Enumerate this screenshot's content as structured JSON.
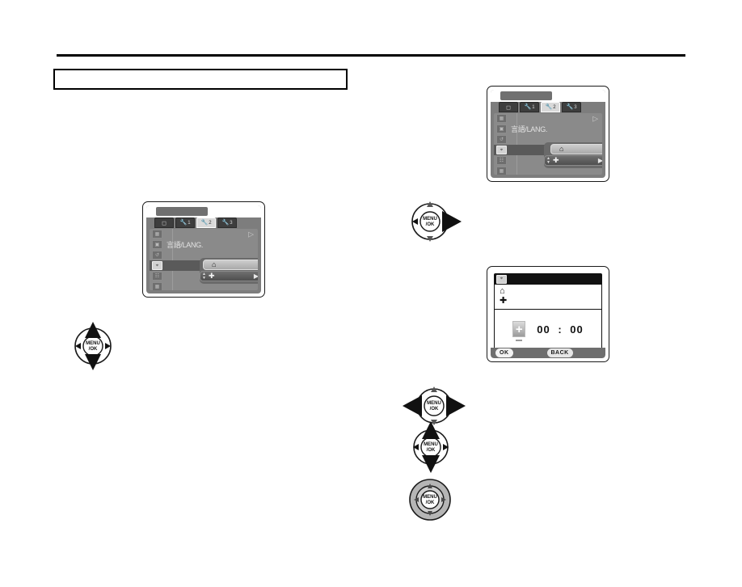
{
  "page": {
    "title": "",
    "header_rule": true
  },
  "screens": {
    "menu_world_time_1": {
      "name": "setup-menu-screen-1",
      "titlebar_label": "",
      "tabs": [
        {
          "icon": "camera-icon",
          "label": "",
          "state": "dark"
        },
        {
          "icon": "wrench-icon",
          "label": "1",
          "state": "dark"
        },
        {
          "icon": "wrench-icon",
          "label": "2",
          "state": "active"
        },
        {
          "icon": "wrench-icon",
          "label": "3",
          "state": "dark"
        }
      ],
      "rows": [
        {
          "icon": "image-display-icon",
          "label": "",
          "selected": false,
          "arrow": "▷"
        },
        {
          "icon": "language-icon",
          "label": "言語/LANG.",
          "selected": false,
          "arrow": ""
        },
        {
          "icon": "reset-icon",
          "label": "",
          "selected": false,
          "arrow": ""
        },
        {
          "icon": "world-time-icon",
          "label": "",
          "selected": true,
          "arrow": ""
        },
        {
          "icon": "video-system-icon",
          "label": "",
          "selected": false,
          "arrow": ""
        },
        {
          "icon": "discharge-icon",
          "label": "",
          "selected": false,
          "arrow": ""
        }
      ],
      "popup": {
        "home_option": {
          "icon": "home-icon",
          "label": "",
          "highlighted": true
        },
        "destination_option": {
          "icon": "plus-cross-icon",
          "label": "",
          "highlighted": false,
          "arrow": "▶"
        }
      }
    },
    "menu_world_time_2": {
      "name": "setup-menu-screen-2",
      "titlebar_label": "",
      "tabs": [
        {
          "icon": "camera-icon",
          "label": "",
          "state": "dark"
        },
        {
          "icon": "wrench-icon",
          "label": "1",
          "state": "dark"
        },
        {
          "icon": "wrench-icon",
          "label": "2",
          "state": "active"
        },
        {
          "icon": "wrench-icon",
          "label": "3",
          "state": "dark"
        }
      ],
      "rows": [
        {
          "icon": "image-display-icon",
          "label": "",
          "selected": false,
          "arrow": "▷"
        },
        {
          "icon": "language-icon",
          "label": "言語/LANG.",
          "selected": false,
          "arrow": ""
        },
        {
          "icon": "reset-icon",
          "label": "",
          "selected": false,
          "arrow": ""
        },
        {
          "icon": "world-time-icon",
          "label": "",
          "selected": true,
          "arrow": ""
        },
        {
          "icon": "video-system-icon",
          "label": "",
          "selected": false,
          "arrow": ""
        },
        {
          "icon": "discharge-icon",
          "label": "",
          "selected": false,
          "arrow": ""
        }
      ],
      "popup": {
        "home_option": {
          "icon": "home-icon",
          "label": "",
          "highlighted": false
        },
        "destination_option": {
          "icon": "plus-cross-icon",
          "label": "",
          "highlighted": true,
          "arrow": "▶"
        }
      }
    },
    "time_difference": {
      "name": "time-difference-screen",
      "header_icon": "world-time-icon",
      "header_label": "",
      "choices": [
        {
          "icon": "home-icon",
          "label": ""
        },
        {
          "icon": "plus-cross-icon",
          "label": ""
        }
      ],
      "sign": "+",
      "hours": "00",
      "separator": ":",
      "minutes": "00",
      "footer": {
        "ok_label": "OK",
        "back_label": "BACK"
      }
    }
  },
  "pads": [
    {
      "name": "four-way-pad-up-down",
      "center_label_top": "MENU",
      "center_label_bottom": "/OK",
      "highlight": "up-down"
    },
    {
      "name": "four-way-pad-right",
      "center_label_top": "MENU",
      "center_label_bottom": "/OK",
      "highlight": "right"
    },
    {
      "name": "four-way-pad-left-right",
      "center_label_top": "MENU",
      "center_label_bottom": "/OK",
      "highlight": "left-right"
    },
    {
      "name": "four-way-pad-up-down-2",
      "center_label_top": "MENU",
      "center_label_bottom": "/OK",
      "highlight": "up-down"
    },
    {
      "name": "four-way-pad-center-press",
      "center_label_top": "MENU",
      "center_label_bottom": "/OK",
      "highlight": "center"
    }
  ],
  "colors": {
    "lcd_background": "#7d7d7d",
    "menu_body": "#8a8a8a",
    "selected_row": "#5a5a5a",
    "tab_active": "#d9d9d9",
    "footer_bar": "#6e6e6e",
    "ink": "#000000"
  }
}
